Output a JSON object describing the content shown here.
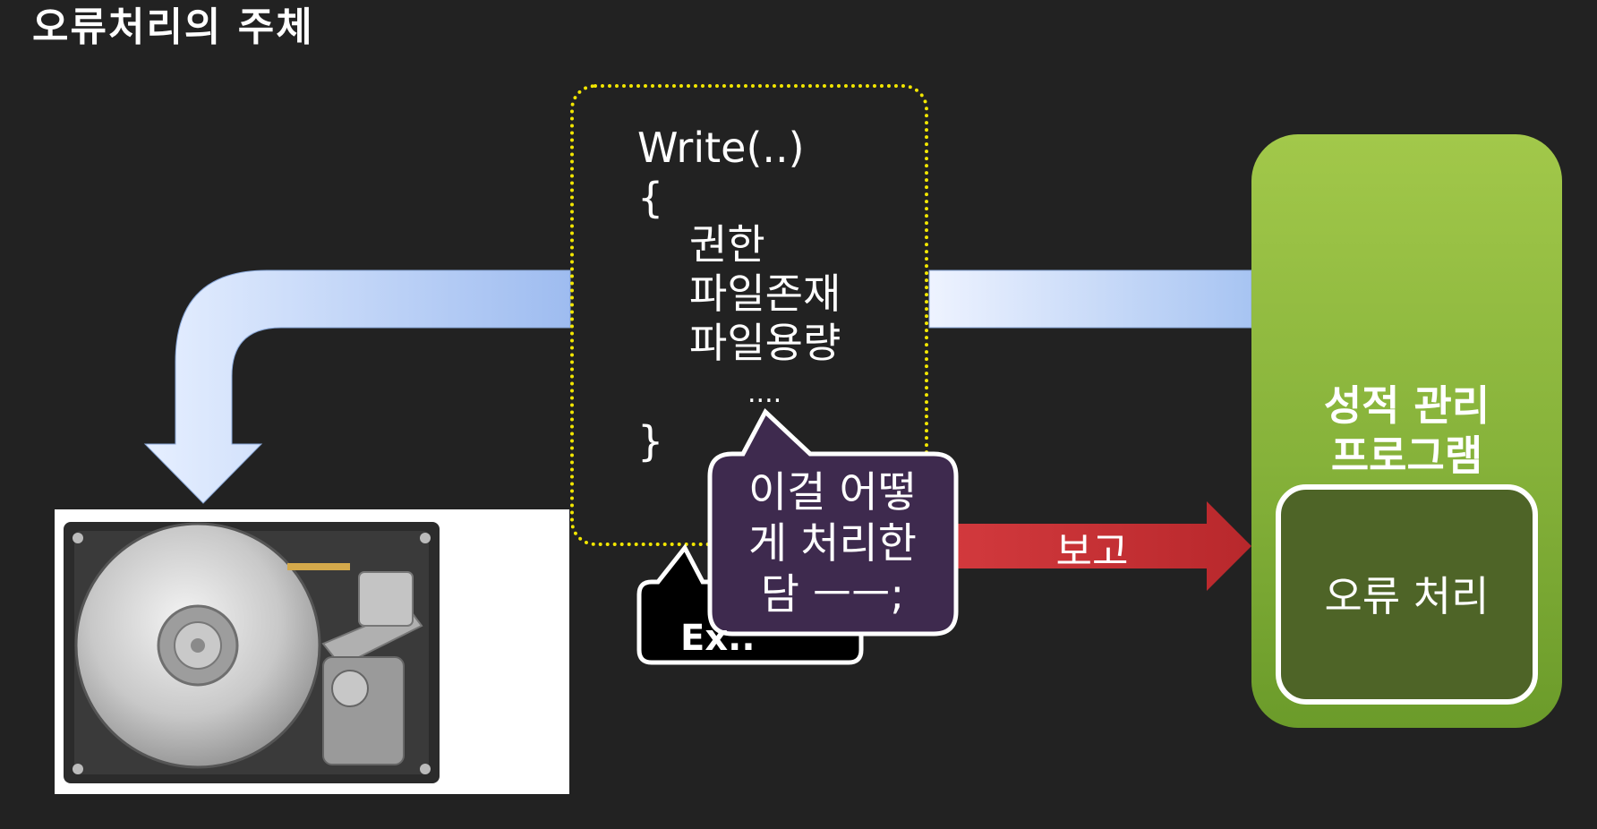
{
  "title": "오류처리의 주체",
  "code": {
    "line1": "Write(..)",
    "line2": "{",
    "line3": "권한",
    "line4": "파일존재",
    "line5": "파일용량",
    "line6": "....",
    "line7": "}"
  },
  "program": {
    "title_line1": "성적 관리",
    "title_line2": "프로그램",
    "error_label": "오류 처리"
  },
  "arrow_label": "보고",
  "hidden_callout_fragment": "Ex..",
  "speech_bubble": {
    "line1": "이걸 어떻",
    "line2": "게 처리한",
    "line3": "담 ㅡㅡ;"
  },
  "colors": {
    "background": "#222222",
    "dotted_border": "#f2e600",
    "program_green": "#8ab83c",
    "error_box": "#4e6427",
    "report_arrow": "#c62f33",
    "flow_arrow_light": "#e6efff",
    "flow_arrow_blue": "#9ebcf0",
    "bubble_fill": "#3e2a4e"
  }
}
